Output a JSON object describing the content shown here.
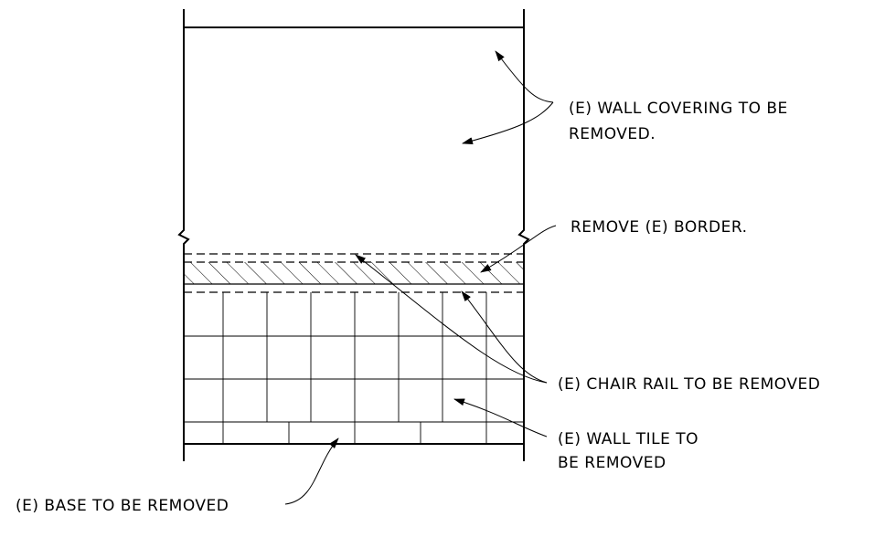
{
  "diagram": {
    "labels": {
      "wall_covering_line1": "(E) WALL COVERING TO BE",
      "wall_covering_line2": "REMOVED.",
      "border": "REMOVE (E) BORDER.",
      "chair_rail": "(E) CHAIR RAIL TO BE REMOVED",
      "wall_tile_line1": "(E) WALL TILE TO",
      "wall_tile_line2": "BE REMOVED",
      "base": "(E) BASE TO BE REMOVED"
    },
    "stroke_color": "#000000",
    "background_color": "#ffffff"
  }
}
